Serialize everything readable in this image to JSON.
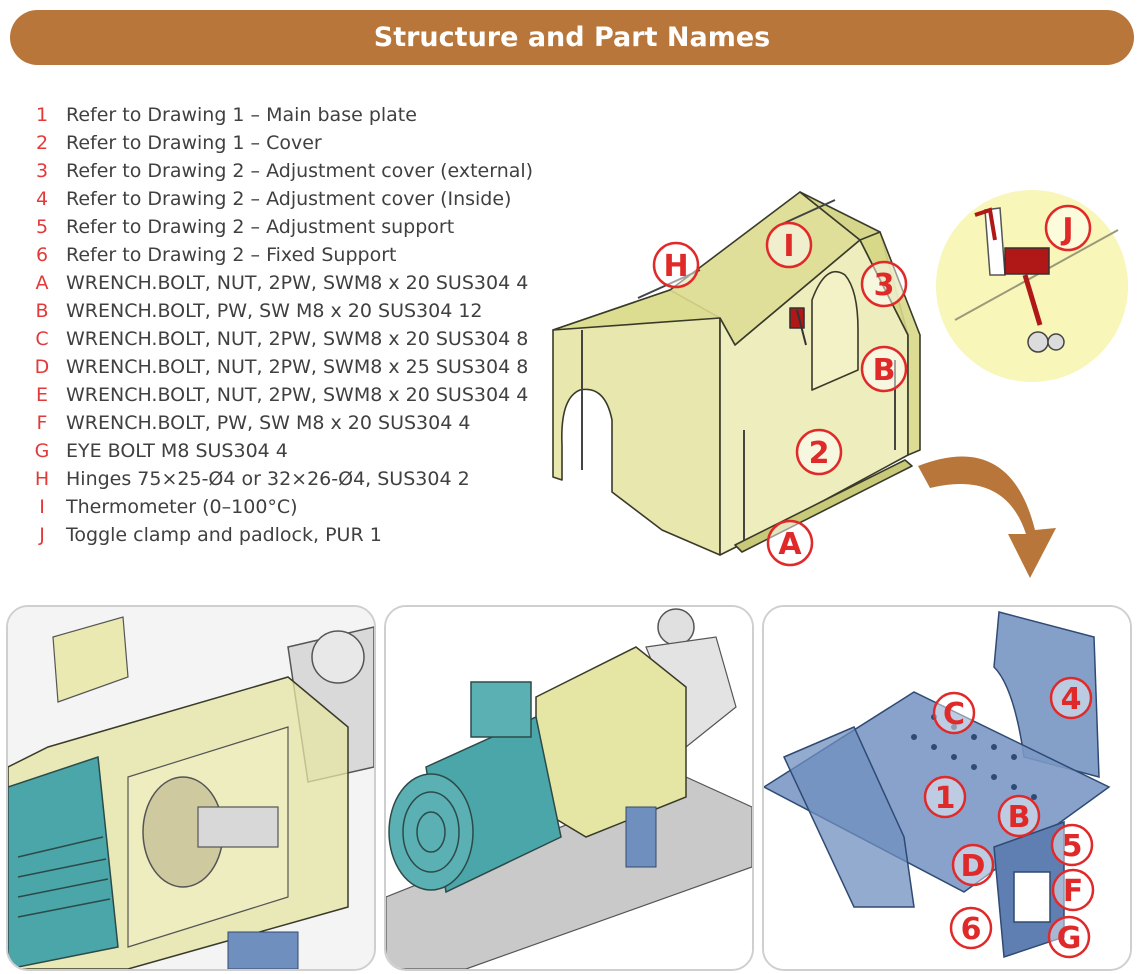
{
  "banner": {
    "title": "Structure and Part Names"
  },
  "parts": [
    {
      "code": "1",
      "desc": "Refer to Drawing 1 – Main base plate"
    },
    {
      "code": "2",
      "desc": "Refer to Drawing 1 – Cover"
    },
    {
      "code": "3",
      "desc": "Refer to Drawing 2 – Adjustment cover (external)"
    },
    {
      "code": "4",
      "desc": "Refer to Drawing 2 – Adjustment cover (Inside)"
    },
    {
      "code": "5",
      "desc": "Refer to Drawing 2 – Adjustment support"
    },
    {
      "code": "6",
      "desc": "Refer to Drawing 2 – Fixed Support"
    },
    {
      "code": "A",
      "desc": "WRENCH.BOLT, NUT, 2PW, SWM8 x 20 SUS304 4"
    },
    {
      "code": "B",
      "desc": "WRENCH.BOLT, PW, SW M8 x 20 SUS304 12"
    },
    {
      "code": "C",
      "desc": "WRENCH.BOLT, NUT, 2PW, SWM8 x 20 SUS304 8"
    },
    {
      "code": "D",
      "desc": "WRENCH.BOLT, NUT, 2PW, SWM8 x 25 SUS304 8"
    },
    {
      "code": "E",
      "desc": "WRENCH.BOLT, NUT, 2PW, SWM8 x 20 SUS304 4"
    },
    {
      "code": "F",
      "desc": "WRENCH.BOLT, PW, SW M8 x 20 SUS304 4"
    },
    {
      "code": "G",
      "desc": "EYE BOLT M8 SUS304 4"
    },
    {
      "code": "H",
      "desc": "Hinges 75×25-Ø4 or 32×26-Ø4, SUS304 2"
    },
    {
      "code": "I",
      "desc": "Thermometer (0–100°C)"
    },
    {
      "code": "J",
      "desc": "Toggle clamp and padlock, PUR 1"
    }
  ],
  "cover_callouts": [
    "H",
    "I",
    "3",
    "B",
    "2",
    "A"
  ],
  "detail_callout": "J",
  "base_callouts": [
    "C",
    "4",
    "1",
    "B",
    "5",
    "D",
    "F",
    "6",
    "G"
  ],
  "colors": {
    "banner": "#b8763a",
    "code_red": "#e23a3a",
    "cover_yellow": "#e6e6a4",
    "base_blue": "#6f8fbf",
    "arrow": "#b8763a",
    "detail_bg": "#f8f6b8"
  }
}
